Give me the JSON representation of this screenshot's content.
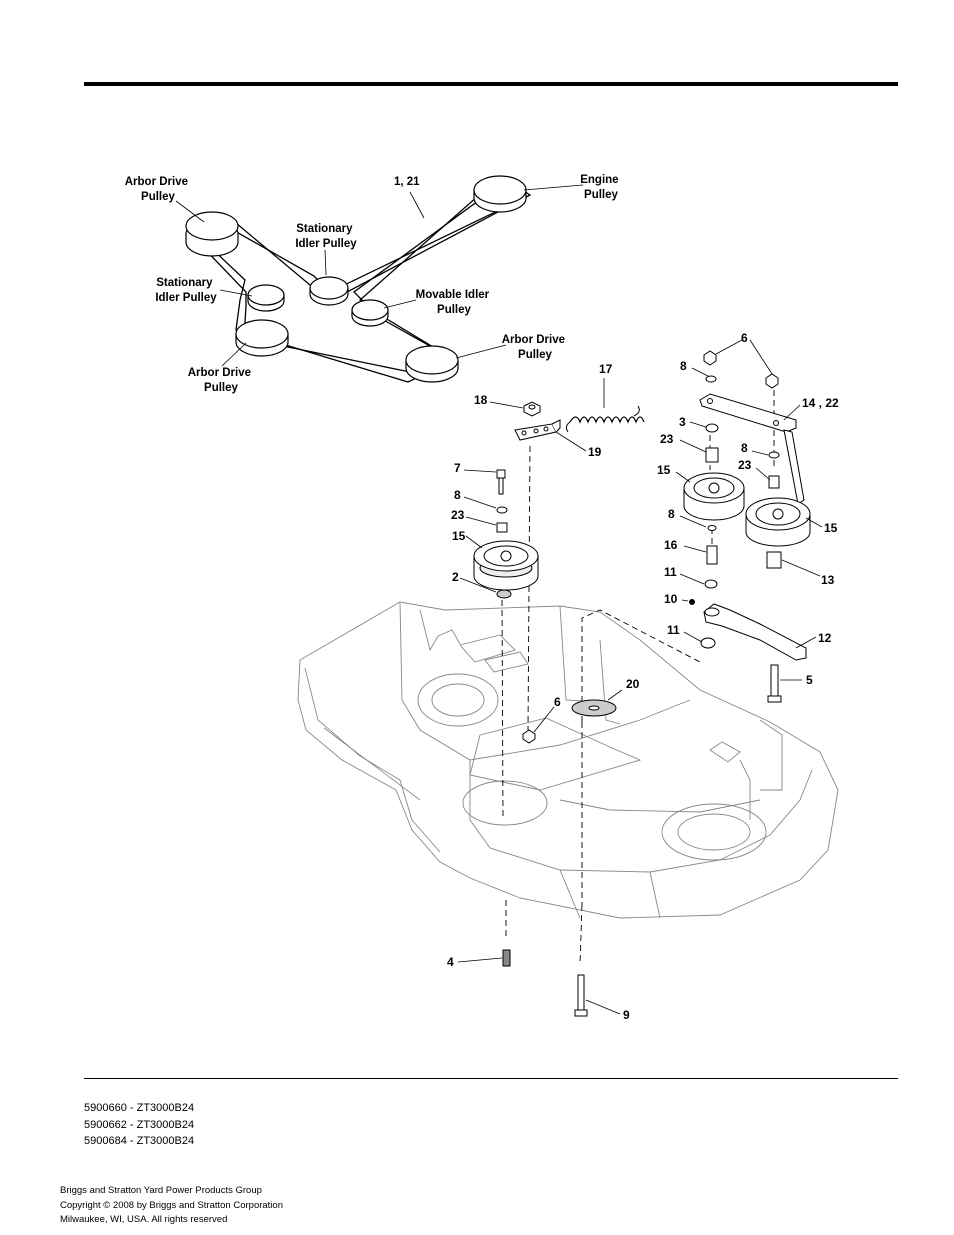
{
  "belt_labels": {
    "arbor_top": [
      "Arbor Drive",
      "Pulley"
    ],
    "part_belt": "1, 21",
    "engine": [
      "Engine",
      "Pulley"
    ],
    "stationary_center": [
      "Stationary",
      "Idler Pulley"
    ],
    "stationary_left": [
      "Stationary",
      "Idler Pulley"
    ],
    "movable": [
      "Movable Idler",
      "Pulley"
    ],
    "arbor_right": [
      "Arbor Drive",
      "Pulley"
    ],
    "arbor_bottom": [
      "Arbor Drive",
      "Pulley"
    ]
  },
  "callouts": [
    "6",
    "8",
    "14 , 22",
    "3",
    "23",
    "8",
    "23",
    "15",
    "15",
    "8",
    "16",
    "11",
    "13",
    "10",
    "12",
    "11",
    "5",
    "17",
    "18",
    "19",
    "7",
    "8",
    "23",
    "15",
    "2",
    "20",
    "6",
    "4",
    "9"
  ],
  "model_lines": [
    "5900660 - ZT3000B24",
    "5900662 - ZT3000B24",
    "5900684 - ZT3000B24"
  ],
  "footer_lines": [
    "Briggs and Stratton Yard Power Products Group",
    "Copyright ©  2008 by Briggs and Stratton Corporation",
    "Milwaukee, WI, USA. All rights reserved"
  ]
}
